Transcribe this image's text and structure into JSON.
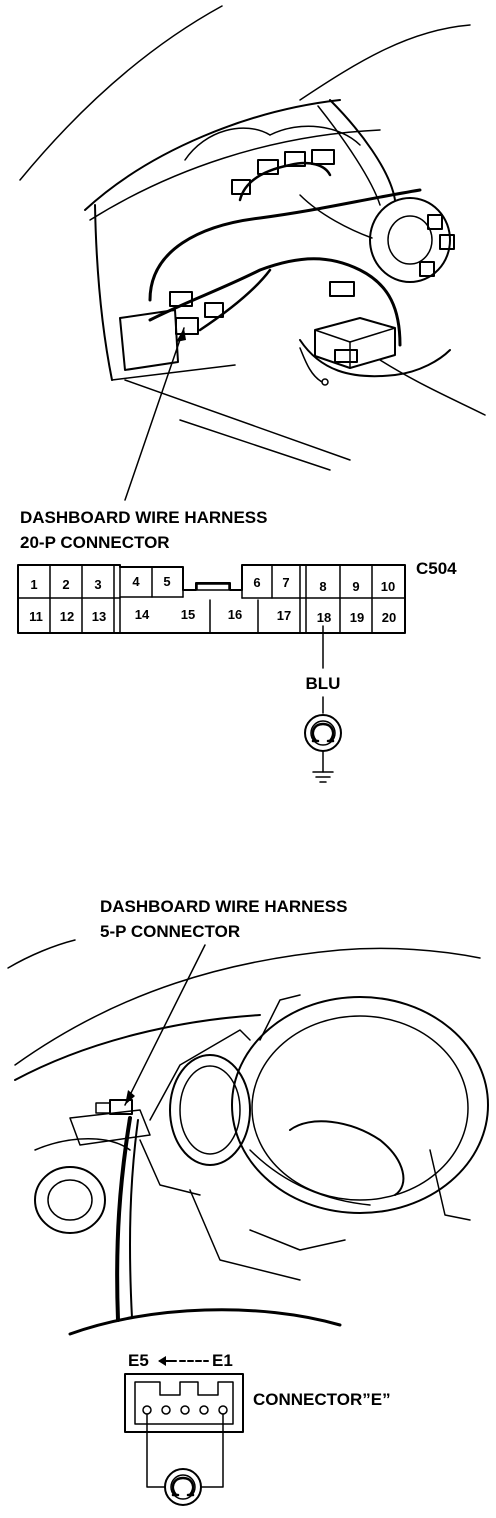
{
  "figure_top": {
    "callout_line1": "DASHBOARD WIRE HARNESS",
    "callout_line2": "20-P CONNECTOR",
    "connector_id": "C504",
    "wire_color": "BLU",
    "pins": [
      {
        "n": "1"
      },
      {
        "n": "2"
      },
      {
        "n": "3"
      },
      {
        "n": "4"
      },
      {
        "n": "5"
      },
      {
        "n": "6"
      },
      {
        "n": "7"
      },
      {
        "n": "8"
      },
      {
        "n": "9"
      },
      {
        "n": "10"
      },
      {
        "n": "11"
      },
      {
        "n": "12"
      },
      {
        "n": "13"
      },
      {
        "n": "14"
      },
      {
        "n": "15"
      },
      {
        "n": "16"
      },
      {
        "n": "17"
      },
      {
        "n": "18"
      },
      {
        "n": "19"
      },
      {
        "n": "20"
      }
    ]
  },
  "figure_bottom": {
    "callout_line1": "DASHBOARD WIRE HARNESS",
    "callout_line2": "5-P CONNECTOR",
    "pin_range_left": "E5",
    "pin_range_right": "E1",
    "connector_name": "CONNECTOR”E”"
  }
}
